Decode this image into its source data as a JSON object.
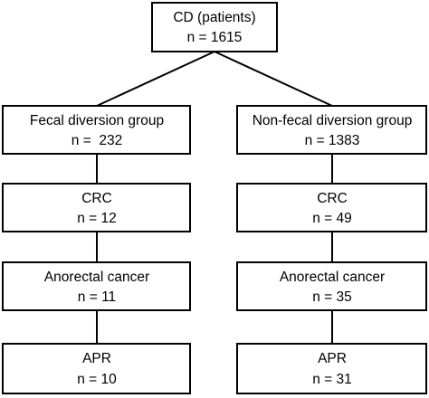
{
  "root": {
    "title": "CD (patients)",
    "count": "n = 1615"
  },
  "left": {
    "group": {
      "title": "Fecal diversion group",
      "count": "n =  232"
    },
    "crc": {
      "title": "CRC",
      "count": "n = 12"
    },
    "anorectal": {
      "title": "Anorectal cancer",
      "count": "n = 11"
    },
    "apr": {
      "title": "APR",
      "count": "n = 10"
    }
  },
  "right": {
    "group": {
      "title": "Non-fecal diversion group",
      "count": "n = 1383"
    },
    "crc": {
      "title": "CRC",
      "count": "n = 49"
    },
    "anorectal": {
      "title": "Anorectal cancer",
      "count": "n = 35"
    },
    "apr": {
      "title": "APR",
      "count": "n = 31"
    }
  },
  "colors": {
    "line": "#000000",
    "box_fill": "#ffffff",
    "text": "#000000"
  }
}
